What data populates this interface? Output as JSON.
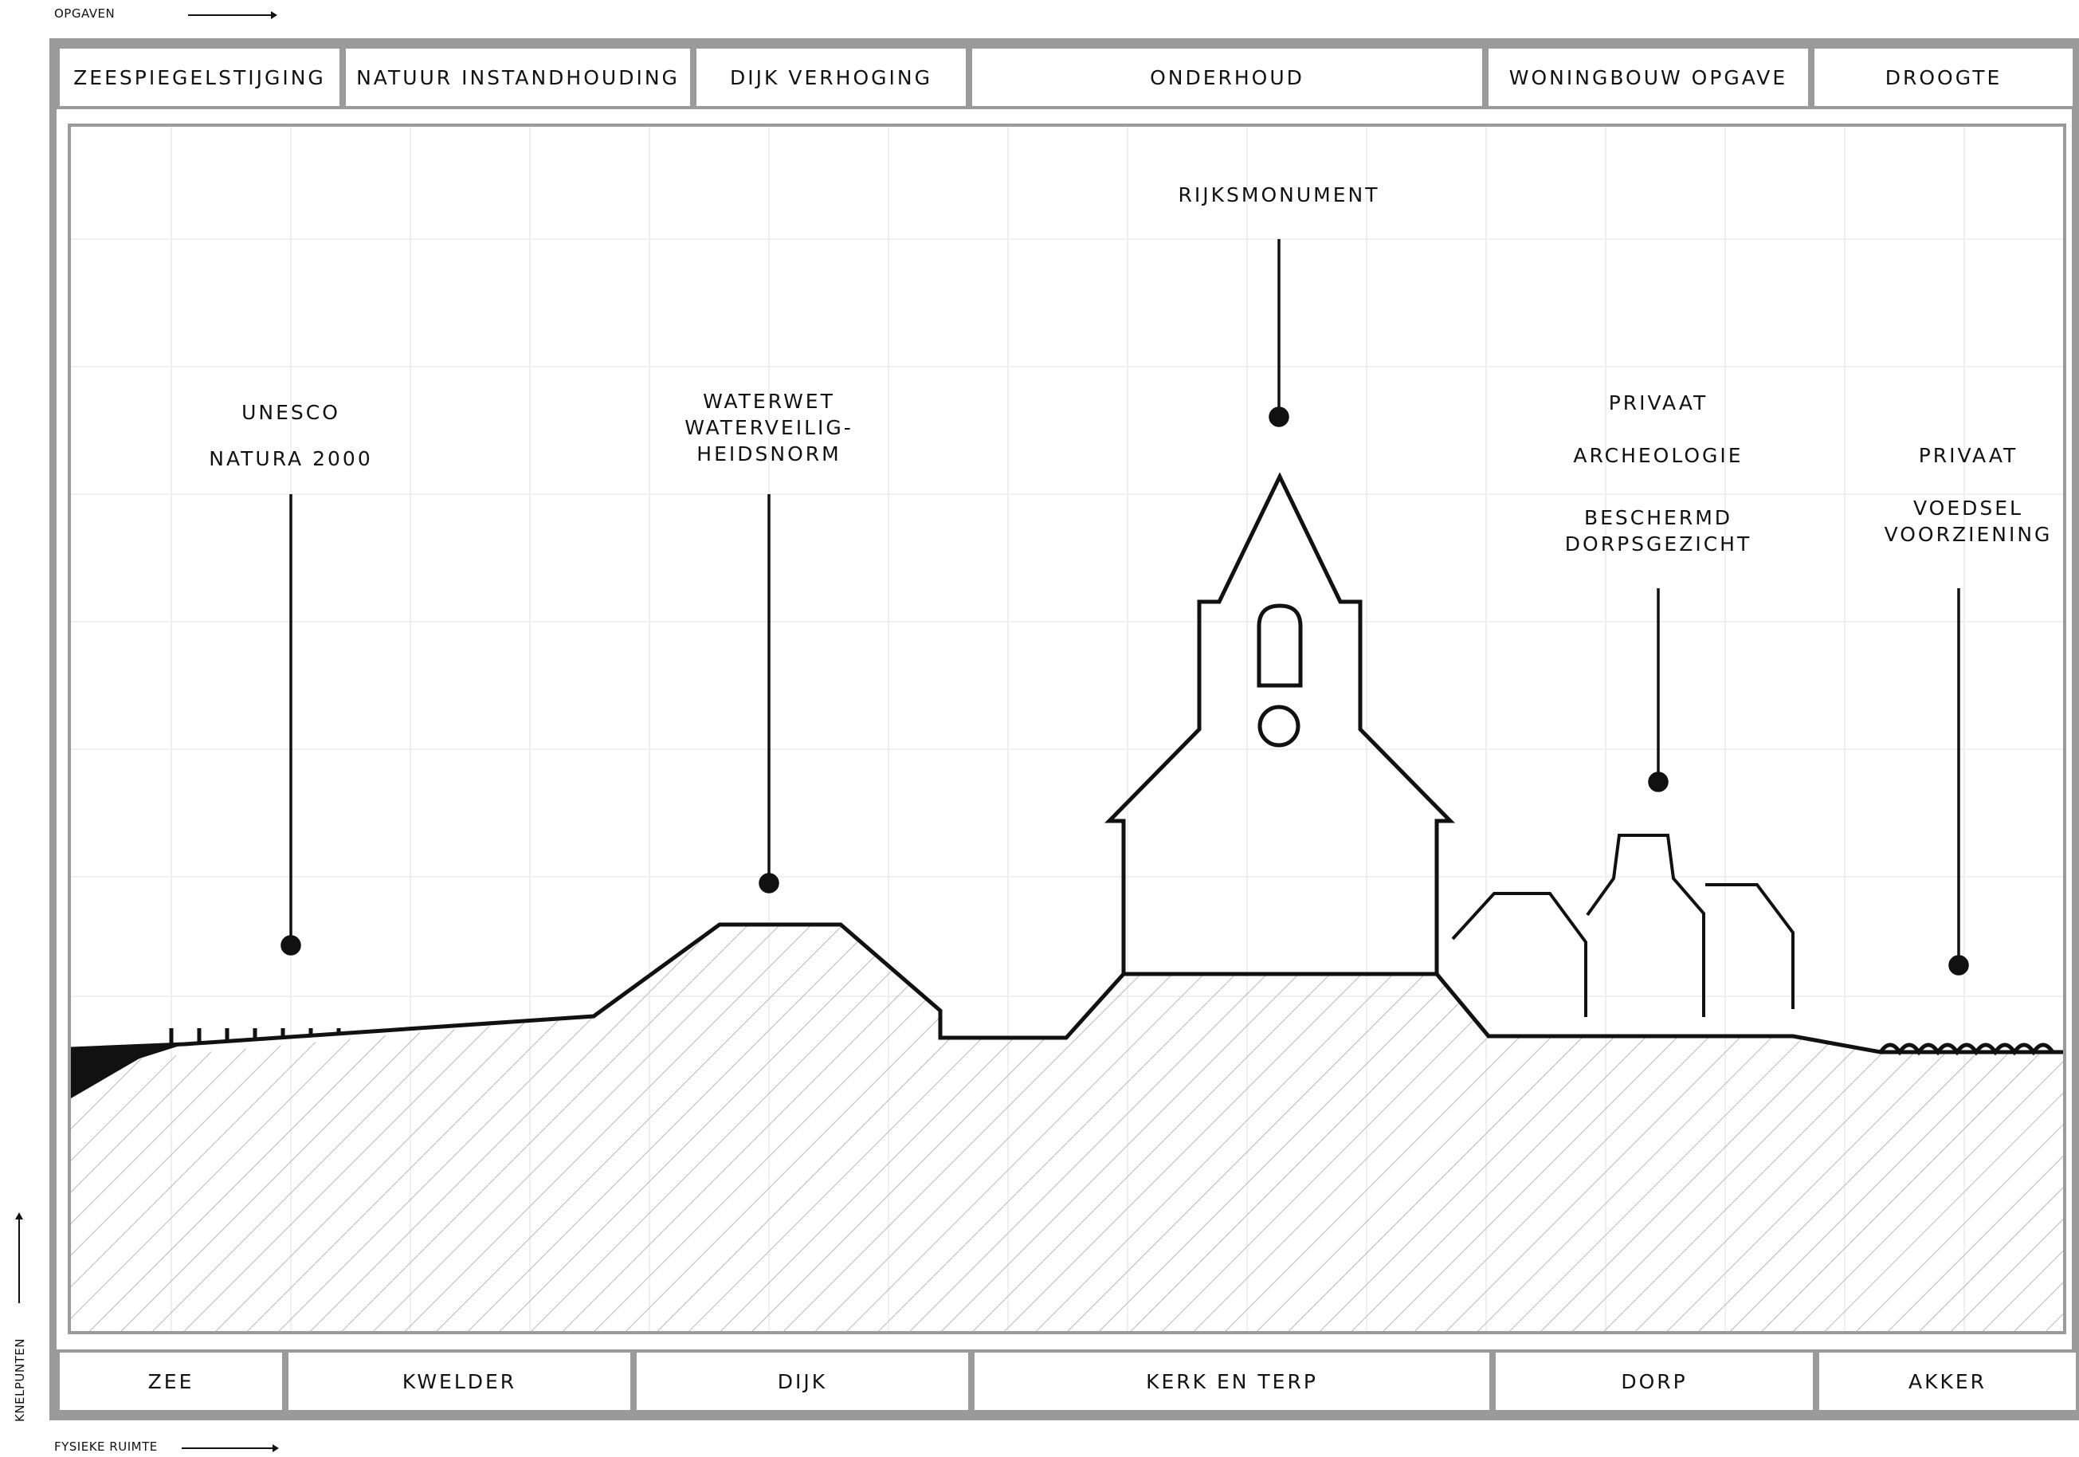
{
  "axis": {
    "top_label": "OPGAVEN",
    "bottom_label": "FYSIEKE RUIMTE",
    "left_label": "KNELPUNTEN"
  },
  "opgaven": [
    "ZEESPIEGELSTIJGING",
    "NATUUR INSTANDHOUDING",
    "DIJK VERHOGING",
    "ONDERHOUD",
    "WONINGBOUW OPGAVE",
    "DROOGTE"
  ],
  "fysieke_ruimte": [
    "ZEE",
    "KWELDER",
    "DIJK",
    "KERK EN TERP",
    "DORP",
    "AKKER"
  ],
  "knelpunten": {
    "kwelder": [
      "UNESCO",
      "NATURA 2000"
    ],
    "dijk": [
      "WATERWET",
      "WATERVEILIG-",
      "HEIDSNORM"
    ],
    "kerk": [
      "RIJKSMONUMENT"
    ],
    "dorp": [
      "PRIVAAT",
      "ARCHEOLOGIE",
      "BESCHERMD",
      "DORPSGEZICHT"
    ],
    "akker": [
      "PRIVAAT",
      "VOEDSEL",
      "VOORZIENING"
    ]
  },
  "colors": {
    "frame": "#9a9a9a",
    "line": "#111111",
    "hatch": "#b8b8b8",
    "grid": "#ececec"
  }
}
